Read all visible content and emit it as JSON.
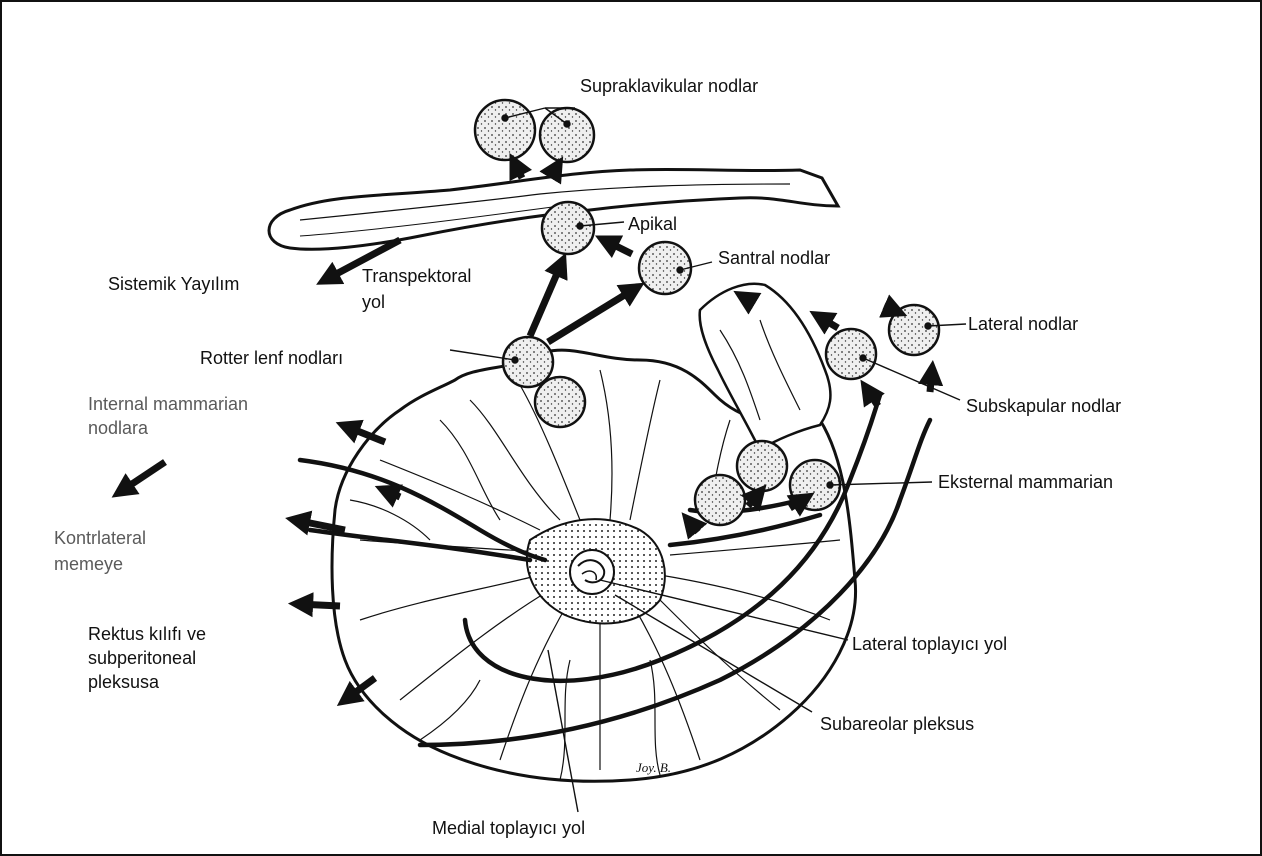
{
  "figure": {
    "colors": {
      "ink": "#111111",
      "node_fill": "#ececec",
      "background": "#ffffff"
    },
    "labels": {
      "supraclavicular": "Supraklavikular nodlar",
      "apical": "Apikal",
      "central": "Santral nodlar",
      "systemic": "Sistemik Yayılım",
      "transpectoral_1": "Transpektoral",
      "transpectoral_2": "yol",
      "lateral_nodes": "Lateral nodlar",
      "rotter": "Rotter lenf nodları",
      "subscapular": "Subskapular nodlar",
      "internal_1": "Internal mammarian",
      "internal_2": "nodlara",
      "external": "Eksternal mammarian",
      "contralateral_1": "Kontrlateral",
      "contralateral_2": "memeye",
      "rectus_1": "Rektus kılıfı ve",
      "rectus_2": "subperitoneal",
      "rectus_3": "pleksusa",
      "lateral_path": "Lateral toplayıcı yol",
      "subareolar": "Subareolar pleksus",
      "medial_path": "Medial toplayıcı yol",
      "signature": "Joy. B."
    }
  }
}
